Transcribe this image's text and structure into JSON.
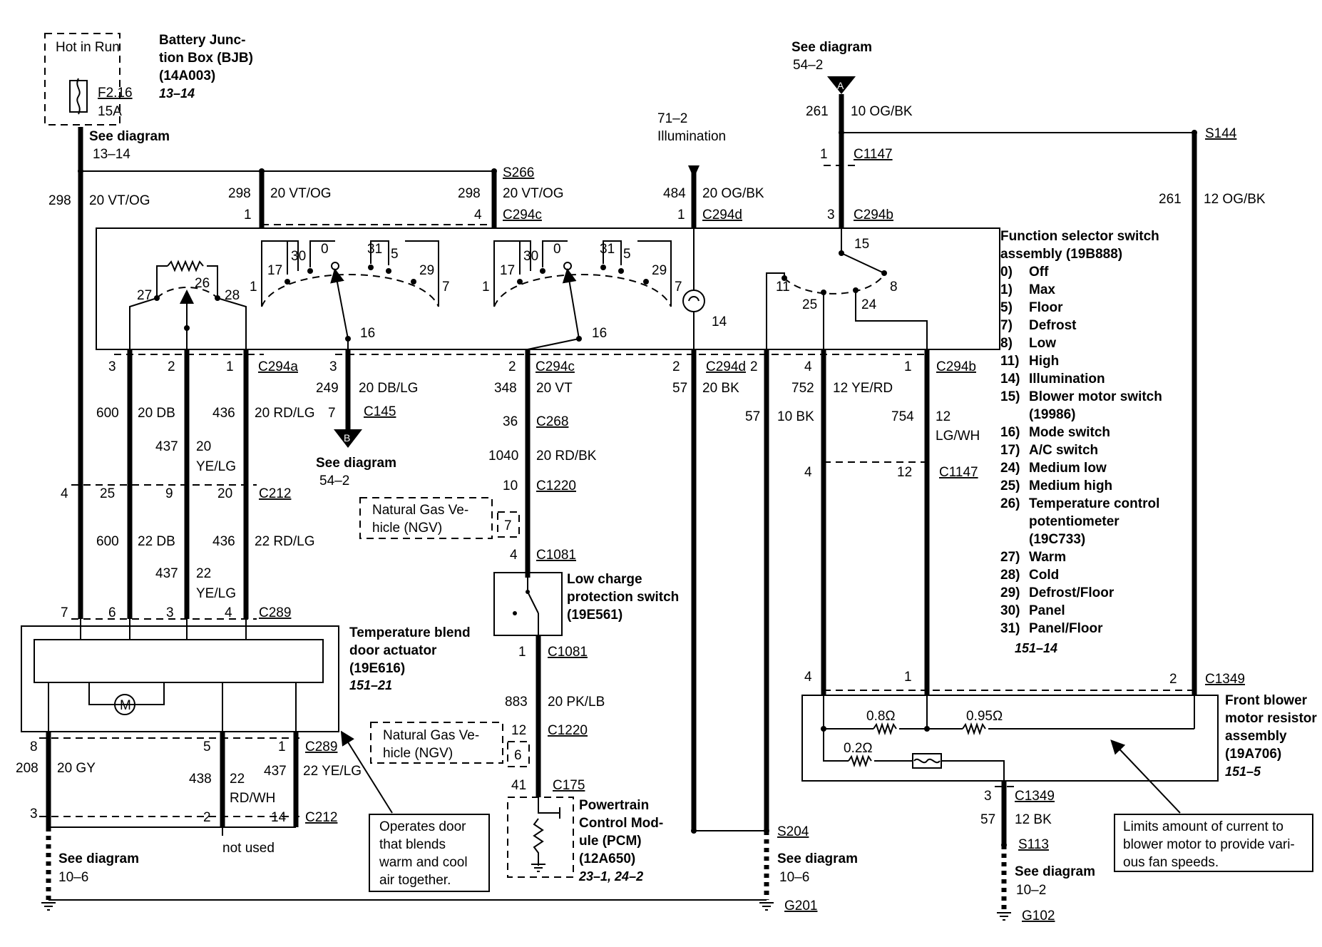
{
  "bjb": {
    "hot_in_run": "Hot in Run",
    "fuse": "F2.16",
    "amps": "15A",
    "title": [
      "Battery Junc-",
      "tion Box (BJB)",
      "(14A003)"
    ],
    "ref": "13–14",
    "see": "See diagram",
    "see_ref": "13–14"
  },
  "top_a": {
    "see": "See diagram",
    "ref": "54–2",
    "arrow": "A",
    "circuit": "261",
    "wire": "10 OG/BK"
  },
  "illum": {
    "ref": "71–2",
    "label": "Illumination"
  },
  "splices": {
    "s266": "S266",
    "s144": "S144",
    "s204": "S204",
    "s113": "S113"
  },
  "wires": {
    "w298a": "298",
    "w298a_c": "20 VT/OG",
    "w298b": "298",
    "w298b_c": "20 VT/OG",
    "w298c": "298",
    "w298c_c": "20 VT/OG",
    "w484": "484",
    "w484_c": "20 OG/BK",
    "w261": "261",
    "w261_c": "12 OG/BK",
    "w600": "600",
    "w600_c": "20 DB",
    "w437": "437",
    "w437_c1": "20",
    "w437_c2": "YE/LG",
    "w436": "436",
    "w436_c": "20 RD/LG",
    "w249": "249",
    "w249_c": "20 DB/LG",
    "w348": "348",
    "w348_c": "20 VT",
    "w1040": "1040",
    "w1040_c": "20 RD/BK",
    "w57a": "57",
    "w57a_c": "20 BK",
    "w57b": "57",
    "w57b_c": "10 BK",
    "w752": "752",
    "w752_c": "12 YE/RD",
    "w754": "754",
    "w754_c1": "12",
    "w754_c2": "LG/WH",
    "w600b": "600",
    "w600b_c": "22 DB",
    "w437b": "437",
    "w437b_c1": "22",
    "w437b_c2": "YE/LG",
    "w436b": "436",
    "w436b_c": "22 RD/LG",
    "w883": "883",
    "w883_c": "20 PK/LB",
    "w208": "208",
    "w208_c": "20 GY",
    "w438": "438",
    "w438_c1": "22",
    "w438_c2": "RD/WH",
    "w437c": "437",
    "w437c_c": "22 YE/LG",
    "w57c": "57",
    "w57c_c": "12 BK"
  },
  "connectors": {
    "c1147a": "C1147",
    "c294c_top": "C294c",
    "c294d_top": "C294d",
    "c294b_top": "C294b",
    "c294a": "C294a",
    "c145": "C145",
    "c294c": "C294c",
    "c268": "C268",
    "c1220a": "C1220",
    "c1081a": "C1081",
    "c1081b": "C1081",
    "c1220b": "C1220",
    "c175": "C175",
    "c294d": "C294d",
    "c294b": "C294b",
    "c1147b": "C1147",
    "c212a": "C212",
    "c289a": "C289",
    "c289b": "C289",
    "c212b": "C212",
    "c1349a": "C1349",
    "c1349b": "C1349"
  },
  "pins": {
    "p1a": "1",
    "p4a": "4",
    "p1b": "1",
    "p3b": "3",
    "p1c": "1",
    "p3c": "3",
    "p3": "3",
    "p2": "2",
    "p1": "1",
    "p3d": "3",
    "p7": "7",
    "p2c": "2",
    "p36": "36",
    "p10": "10",
    "p4n": "4",
    "p1n": "1",
    "p12": "12",
    "p41": "41",
    "p2d": "2",
    "p2e": "2",
    "p4e": "4",
    "p1e": "1",
    "p4f": "4",
    "p12f": "12",
    "p4g": "4",
    "p25": "25",
    "p9": "9",
    "p20": "20",
    "p7h": "7",
    "p6h": "6",
    "p3h": "3",
    "p4h": "4",
    "p8i": "8",
    "p5i": "5",
    "p1i": "1",
    "p3i": "3",
    "p2i": "2",
    "p14i": "14",
    "p4j": "4",
    "p1j": "1",
    "p2j": "2",
    "p3k": "3"
  },
  "switch_nums": {
    "n17a": "17",
    "n30a": "30",
    "n0a": "0",
    "n31a": "31",
    "n5a": "5",
    "n29a": "29",
    "n1a": "1",
    "n7a": "7",
    "n17b": "17",
    "n30b": "30",
    "n0b": "0",
    "n31b": "31",
    "n5b": "5",
    "n29b": "29",
    "n1b": "1",
    "n7b": "7",
    "n27": "27",
    "n26": "26",
    "n28": "28",
    "n16a": "16",
    "n16b": "16",
    "n14": "14",
    "n15": "15",
    "n11": "11",
    "n25": "25",
    "n24": "24",
    "n8": "8"
  },
  "see_b": {
    "arrow": "B",
    "see": "See diagram",
    "ref": "54–2"
  },
  "ngv1": [
    "Natural Gas Ve-",
    "hicle (NGV)"
  ],
  "ngv1_pin": "7",
  "ngv2": [
    "Natural Gas Ve-",
    "hicle (NGV)"
  ],
  "ngv2_pin": "6",
  "lcps": [
    "Low charge",
    "protection switch",
    "(19E561)"
  ],
  "pcm": [
    "Powertrain",
    "Control Mod-",
    "ule (PCM)",
    "(12A650)"
  ],
  "pcm_ref": "23–1, 24–2",
  "tbda": [
    "Temperature blend",
    "door actuator",
    "(19E616)"
  ],
  "tbda_ref": "151–21",
  "motor": "M",
  "note1": [
    "Operates door",
    "that blends",
    "warm and cool",
    "air together."
  ],
  "not_used": "not used",
  "see_bottom_left": {
    "see": "See diagram",
    "ref": "10–6"
  },
  "see_bottom_mid": {
    "see": "See diagram",
    "ref": "10–6",
    "ground": "G201"
  },
  "see_bottom_right": {
    "see": "See diagram",
    "ref": "10–2",
    "ground": "G102"
  },
  "fss": {
    "title": [
      "Function selector switch",
      "assembly (19B888)"
    ],
    "items": [
      [
        "0)",
        "Off"
      ],
      [
        "1)",
        "Max"
      ],
      [
        "5)",
        "Floor"
      ],
      [
        "7)",
        "Defrost"
      ],
      [
        "8)",
        "Low"
      ],
      [
        "11)",
        "High"
      ],
      [
        "14)",
        "Illumination"
      ],
      [
        "15)",
        "Blower motor switch"
      ],
      [
        "",
        "(19986)"
      ],
      [
        "16)",
        "Mode switch"
      ],
      [
        "17)",
        "A/C switch"
      ],
      [
        "24)",
        "Medium low"
      ],
      [
        "25)",
        "Medium high"
      ],
      [
        "26)",
        "Temperature control"
      ],
      [
        "",
        "potentiometer"
      ],
      [
        "",
        "(19C733)"
      ],
      [
        "27)",
        "Warm"
      ],
      [
        "28)",
        "Cold"
      ],
      [
        "29)",
        "Defrost/Floor"
      ],
      [
        "30)",
        "Panel"
      ],
      [
        "31)",
        "Panel/Floor"
      ]
    ],
    "ref": "151–14"
  },
  "fbmra": {
    "title": [
      "Front blower",
      "motor resistor",
      "assembly",
      "(19A706)"
    ],
    "ref": "151–5"
  },
  "resistors": {
    "r1": "0.8Ω",
    "r2": "0.95Ω",
    "r3": "0.2Ω"
  },
  "note2": [
    "Limits amount of current to",
    "blower motor to provide vari-",
    "ous fan speeds."
  ]
}
